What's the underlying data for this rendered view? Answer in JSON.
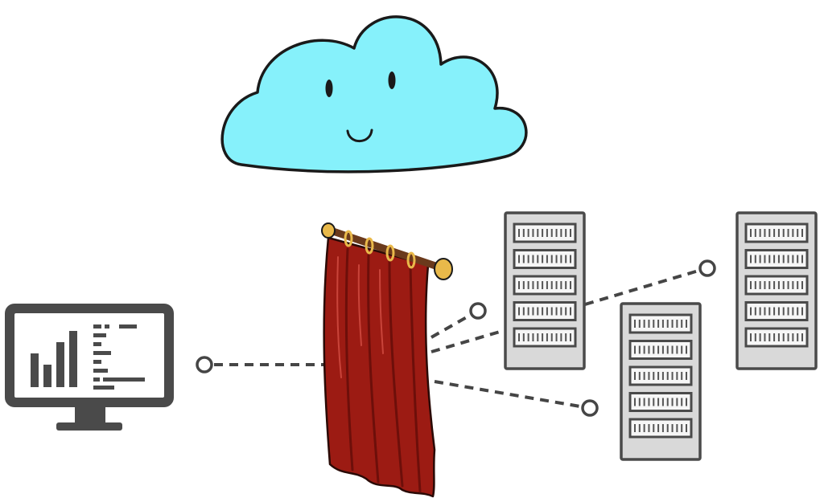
{
  "colors": {
    "cloud_fill": "#86f1fb",
    "outline": "#1a1a1a",
    "connector": "#454545",
    "curtain": "#9c1b13",
    "curtain_rod": "#6b3a1c",
    "rod_finial": "#e9b94a",
    "server": "#d9d9d9",
    "monitor_frame": "#4a4a4a"
  },
  "icons": {
    "cloud": "smiling-cloud-icon",
    "monitor": "dashboard-monitor-icon",
    "curtain": "curtain-icon",
    "server": "server-rack-icon"
  },
  "monitor_chart": {
    "bar_values": [
      3,
      2,
      4,
      5
    ]
  },
  "servers": [
    {
      "id": "server-a",
      "drives": 5
    },
    {
      "id": "server-b",
      "drives": 5
    },
    {
      "id": "server-c",
      "drives": 5
    }
  ]
}
